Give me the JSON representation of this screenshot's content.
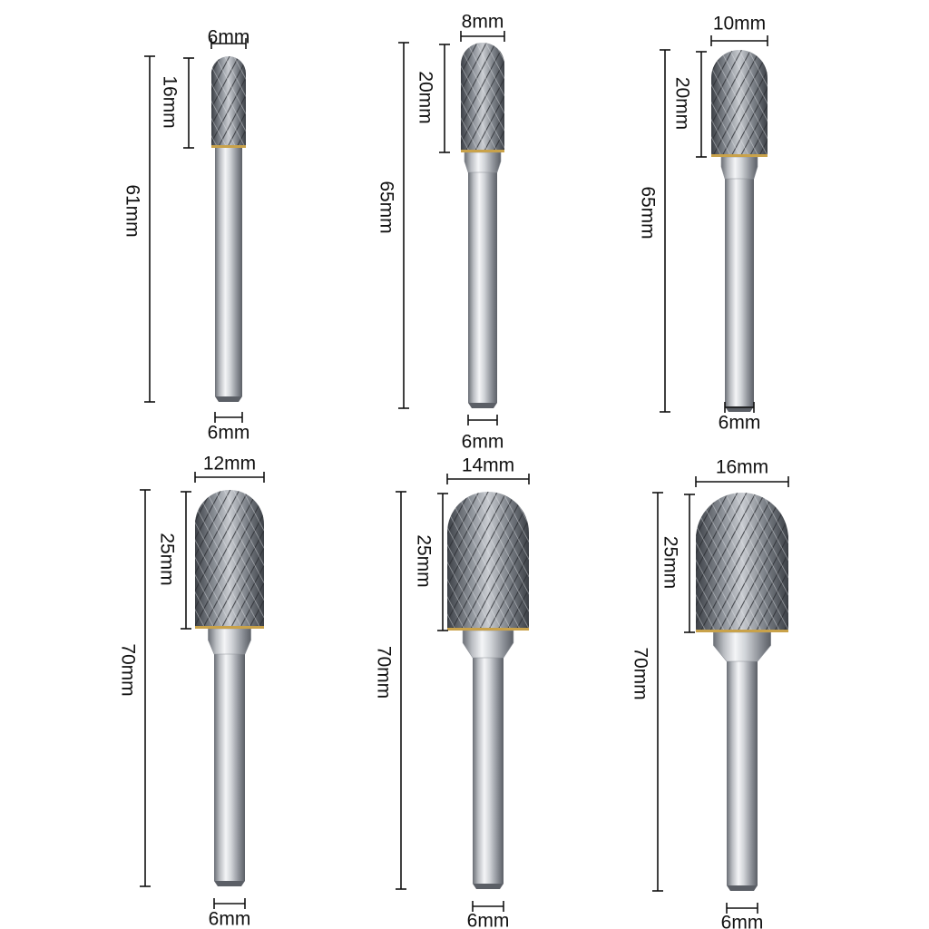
{
  "colors": {
    "dimension_line": "#111111",
    "background": "#ffffff",
    "steel_light": "#e9ebee",
    "steel_mid": "#a9adb3",
    "steel_dark": "#5b5f66",
    "carbide_dark": "#3c4046",
    "braze_gold": "#c9a24a"
  },
  "burrs": [
    {
      "head_diameter": "6mm",
      "head_length": "16mm",
      "total_length": "61mm",
      "shank_diameter": "6mm"
    },
    {
      "head_diameter": "8mm",
      "head_length": "20mm",
      "total_length": "65mm",
      "shank_diameter": "6mm"
    },
    {
      "head_diameter": "10mm",
      "head_length": "20mm",
      "total_length": "65mm",
      "shank_diameter": "6mm"
    },
    {
      "head_diameter": "12mm",
      "head_length": "25mm",
      "total_length": "70mm",
      "shank_diameter": "6mm"
    },
    {
      "head_diameter": "14mm",
      "head_length": "25mm",
      "total_length": "70mm",
      "shank_diameter": "6mm"
    },
    {
      "head_diameter": "16mm",
      "head_length": "25mm",
      "total_length": "70mm",
      "shank_diameter": "6mm"
    }
  ]
}
